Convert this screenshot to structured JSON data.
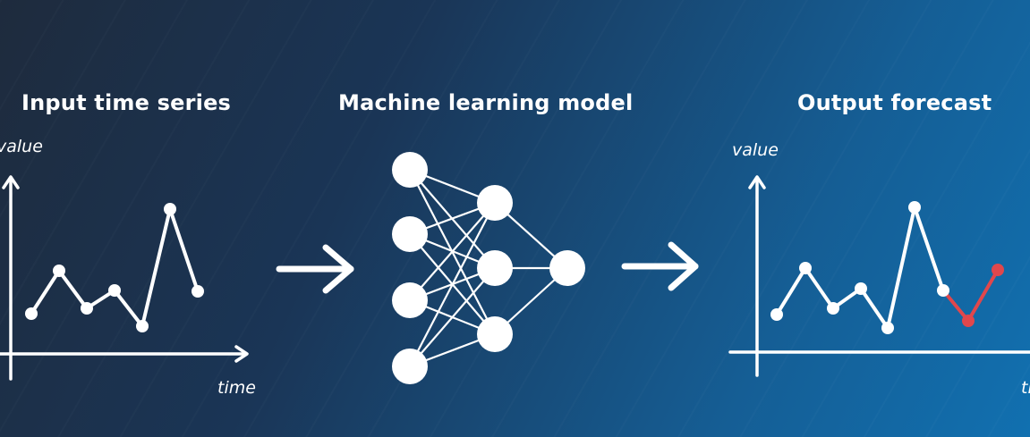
{
  "headings": {
    "input": "Input time series",
    "model": "Machine learning model",
    "output": "Output forecast"
  },
  "input_chart": {
    "y_label": "value",
    "x_label": "time"
  },
  "output_chart": {
    "y_label": "value",
    "x_label": "time"
  },
  "colors": {
    "line": "#ffffff",
    "forecast": "#e0474c"
  }
}
